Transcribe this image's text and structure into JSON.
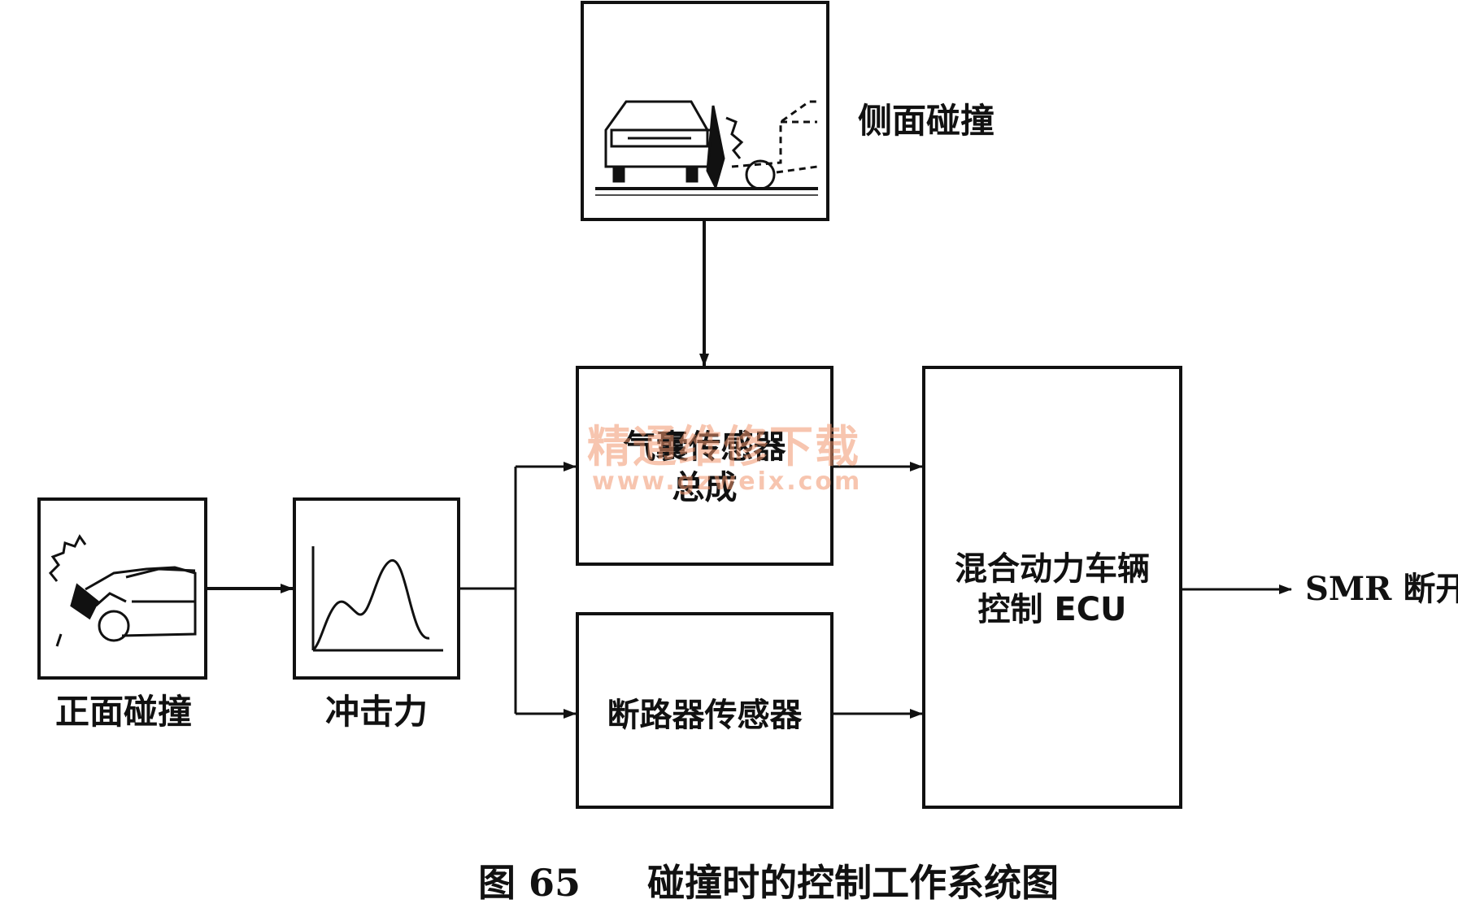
{
  "nodes": {
    "side_collision": "侧面碰撞",
    "front_collision": "正面碰撞",
    "impact_force": "冲击力",
    "airbag_sensor_line1": "气囊传感器",
    "airbag_sensor_line2": "总成",
    "breaker_sensor": "断路器传感器",
    "hv_ecu_line1": "混合动力车辆",
    "hv_ecu_line2": "控制 ECU",
    "smr_off": "SMR 断开"
  },
  "watermark": {
    "title": "精通维修下载",
    "url": "www.gzweix.com"
  },
  "caption": {
    "number": "图 65",
    "text": "碰撞时的控制工作系统图"
  }
}
